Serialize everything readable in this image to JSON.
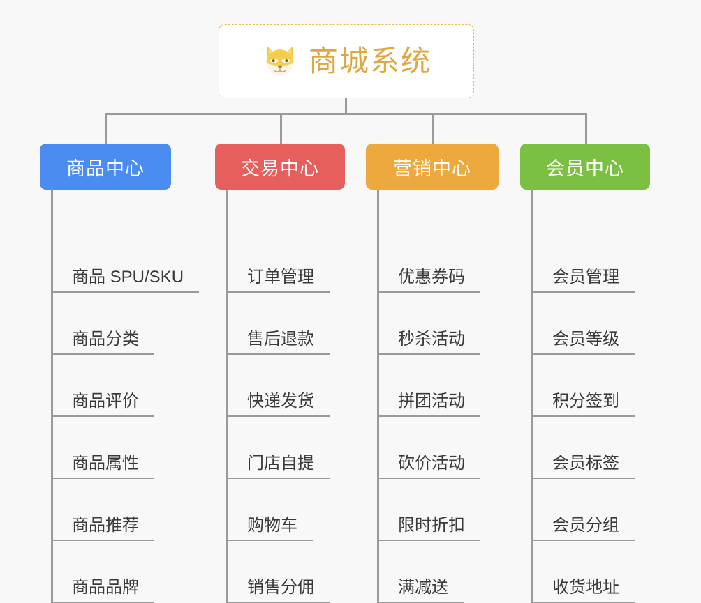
{
  "canvas": {
    "background": "#f8f8f8",
    "line_color": "#9a9a9a"
  },
  "root": {
    "title": "商城系统",
    "icon": "dog-face-emoji",
    "border_color": "#e8b964",
    "text_color": "#e2a63e",
    "background": "#ffffff"
  },
  "branches": [
    {
      "label": "商品中心",
      "color": "#4a8cf0",
      "items": [
        "商品 SPU/SKU",
        "商品分类",
        "商品评价",
        "商品属性",
        "商品推荐",
        "商品品牌"
      ]
    },
    {
      "label": "交易中心",
      "color": "#e65f5c",
      "items": [
        "订单管理",
        "售后退款",
        "快递发货",
        "门店自提",
        "购物车",
        "销售分佣"
      ]
    },
    {
      "label": "营销中心",
      "color": "#eda93e",
      "items": [
        "优惠券码",
        "秒杀活动",
        "拼团活动",
        "砍价活动",
        "限时折扣",
        "满减送"
      ]
    },
    {
      "label": "会员中心",
      "color": "#7cc043",
      "items": [
        "会员管理",
        "会员等级",
        "积分签到",
        "会员标签",
        "会员分组",
        "收货地址"
      ]
    }
  ]
}
